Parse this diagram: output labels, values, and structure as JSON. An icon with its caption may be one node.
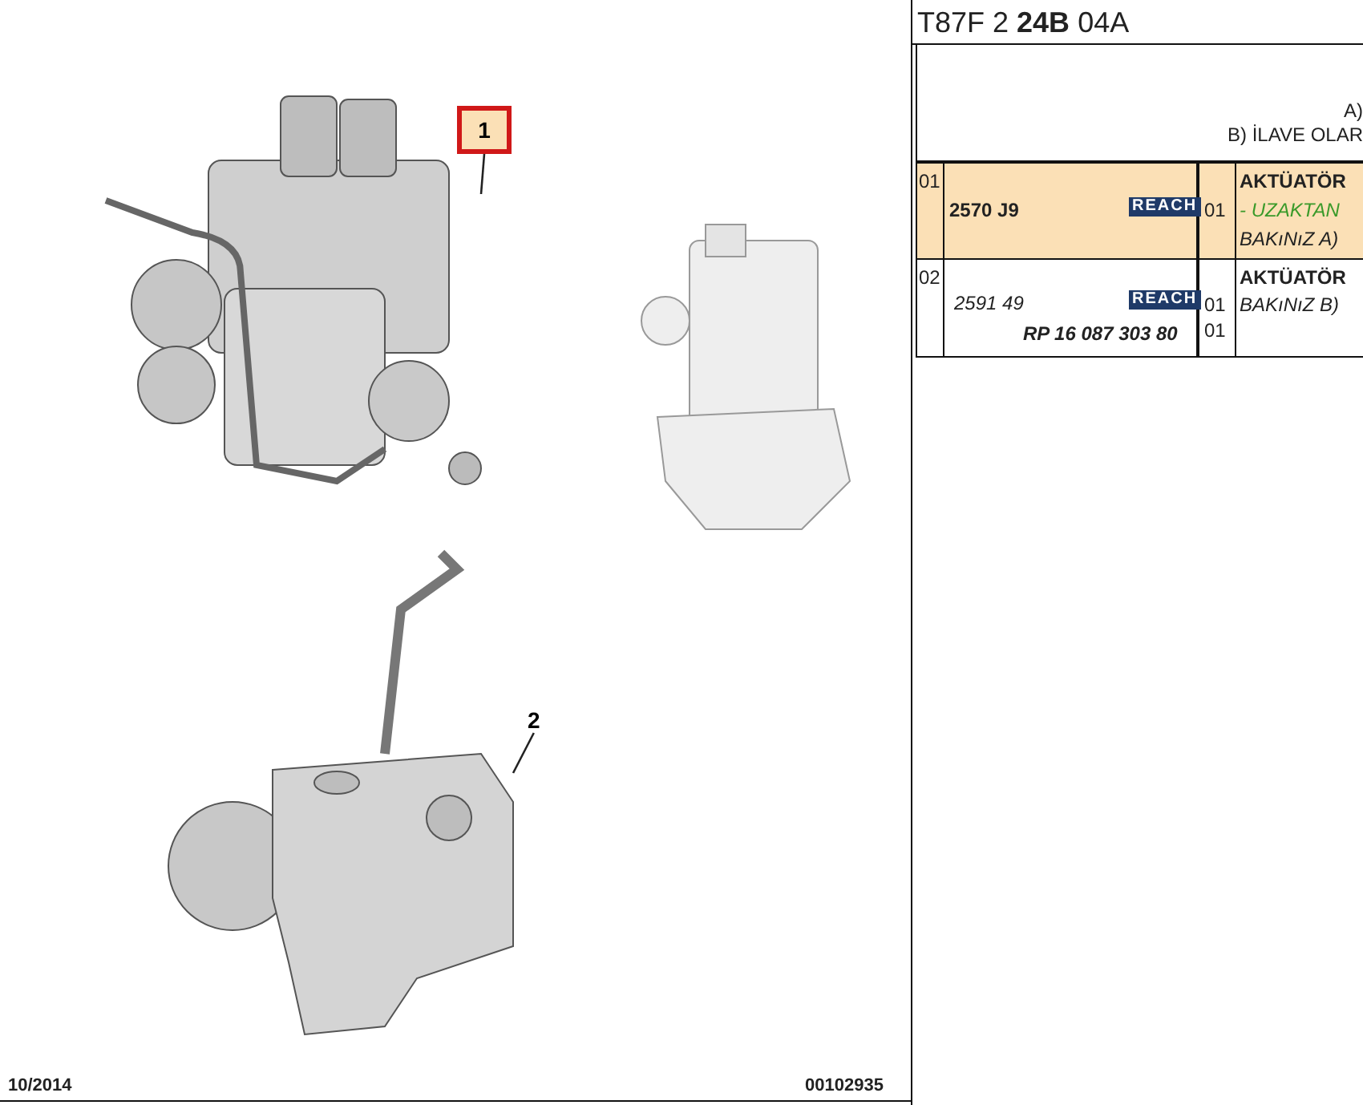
{
  "diagram": {
    "nodes": [
      {
        "text": [
          "1"
        ]
      },
      {
        "text": [],
        "shape": "picture"
      },
      {
        "text": [
          "2"
        ]
      },
      {
        "text": [],
        "shape": "picture"
      }
    ],
    "edges": [
      {
        "from": 0,
        "to": 1,
        "arrow": "none"
      },
      {
        "from": 2,
        "to": 3,
        "arrow": "none"
      }
    ],
    "labels": [
      "T87F 2 **24B** 04A",
      "A)",
      "B) İLAVE OLAR",
      "01",
      "AKTÜATÖR",
      "2570 J9",
      "REACH",
      "01",
      "- UZAKTAN",
      "BAKıNıZ A)",
      "02",
      "AKTÜATÖR",
      "2591 49",
      "REACH",
      "01",
      "BAKıNıZ B)",
      "RP 16 087 303 80",
      "01",
      "10/2014",
      "00102935"
    ]
  }
}
